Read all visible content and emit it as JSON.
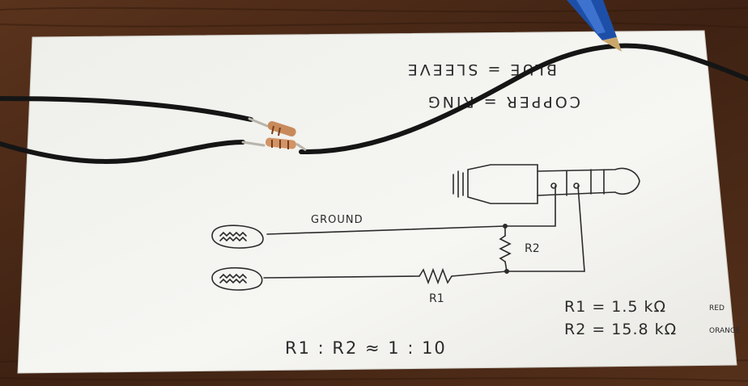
{
  "notes_upside_down": {
    "line1": "BLUE = SLEEVE",
    "line2": "COPPER = RING"
  },
  "schematic": {
    "ground_label": "GROUND",
    "r1_label": "R1",
    "r2_label": "R2"
  },
  "values": {
    "r1_line": "R1 = 1.5 kΩ",
    "r1_color": "RED",
    "r2_line": "R2 = 15.8 kΩ",
    "r2_color": "ORANGE"
  },
  "ratio": "R1 : R2 ≈ 1 : 10",
  "colors": {
    "wood": "#4a2a17",
    "paper": "#f4f3ef",
    "ink": "#2b2b2b",
    "cable": "#151515",
    "pen_blue": "#1d4fa8"
  }
}
